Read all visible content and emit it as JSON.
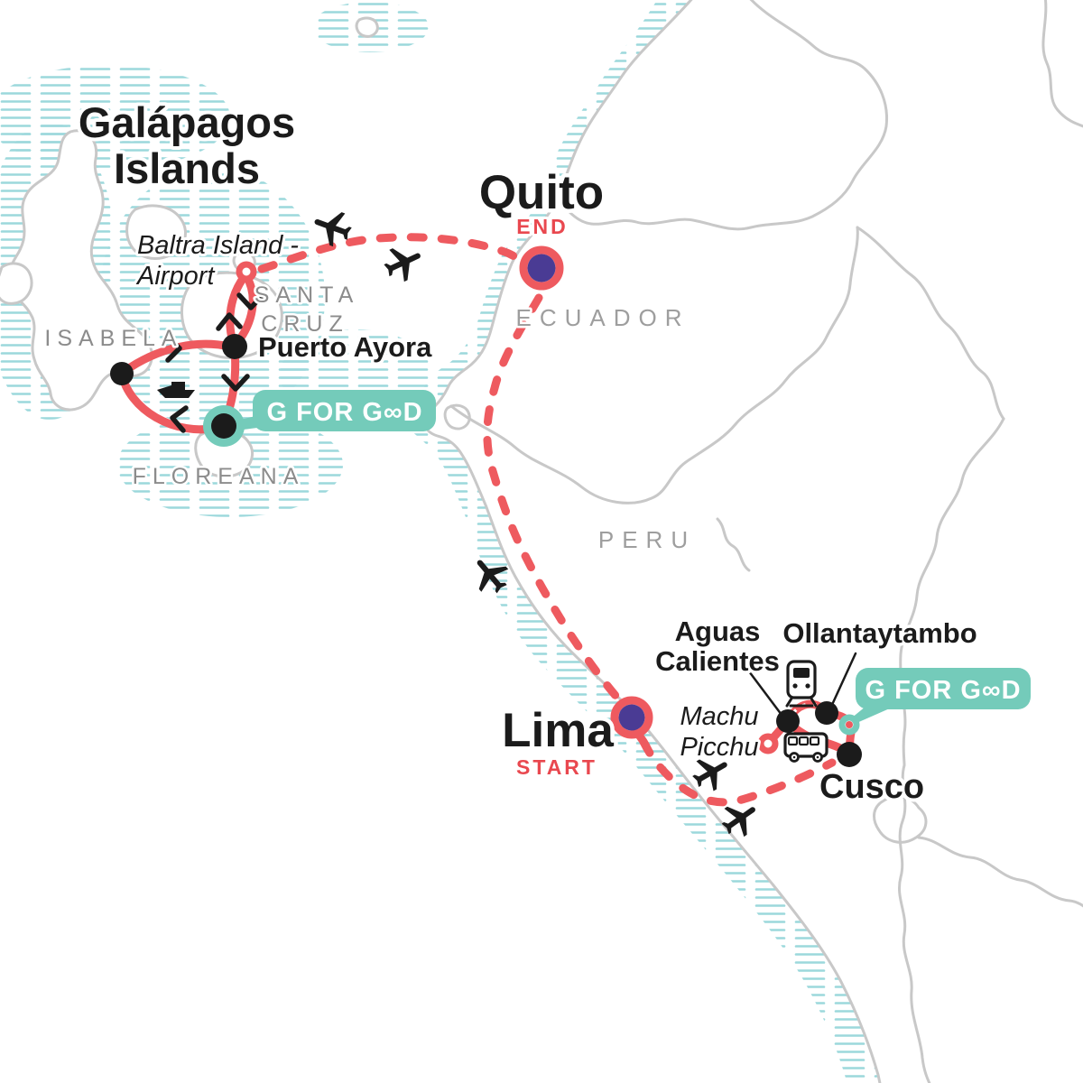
{
  "title": {
    "line1": "Galápagos",
    "line2": "Islands"
  },
  "countries": {
    "ecuador": "ECUADOR",
    "peru": "PERU"
  },
  "islands": {
    "santa_cruz": {
      "line1": "SANTA",
      "line2": "CRUZ"
    },
    "isabela": "ISABELA",
    "floreana": "FLOREANA"
  },
  "stops": {
    "quito": {
      "name": "Quito",
      "tag": "END"
    },
    "lima": {
      "name": "Lima",
      "tag": "START"
    },
    "cusco": {
      "name": "Cusco"
    },
    "puerto_ayora": {
      "name": "Puerto Ayora"
    },
    "baltra": {
      "line1": "Baltra Island -",
      "line2": "Airport"
    },
    "aguas_calientes": {
      "line1": "Aguas",
      "line2": "Calientes"
    },
    "ollantaytambo": {
      "name": "Ollantaytambo"
    },
    "machu_picchu": {
      "line1": "Machu",
      "line2": "Picchu"
    }
  },
  "badges": {
    "g_for_good": {
      "label": "G FOR GOOD",
      "display": "G FOR G∞D"
    }
  },
  "icons": [
    "airplane",
    "boat",
    "train",
    "bus"
  ],
  "colors": {
    "route_red": "#EE5A5F",
    "tag_red": "#E9484F",
    "marker_purple": "#4A3B94",
    "badge_teal": "#74CBBA",
    "water_hatch": "#9CD8DC",
    "border_gray": "#C8C8C8",
    "island_label_gray": "#8C8C8C",
    "country_label_gray": "#9E9E9E",
    "ink": "#1b1b1b"
  }
}
